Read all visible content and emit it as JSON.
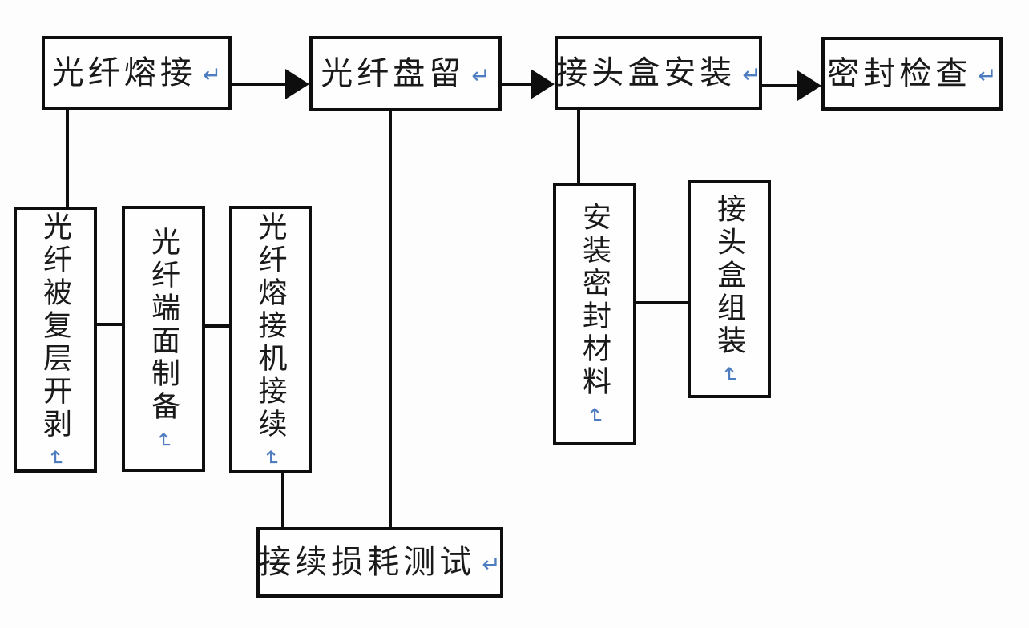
{
  "palette": {
    "background": "#fdfdfd",
    "box_border": "#0e0e0e",
    "text": "#1a1a1a",
    "connector": "#0e0e0e",
    "return_mark_blue": "#4d7cc0"
  },
  "marks": {
    "return": "↵"
  },
  "nodes": {
    "splice": {
      "label": "光纤熔接"
    },
    "coil": {
      "label": "光纤盘留"
    },
    "closure_install": {
      "label": "接头盒安装"
    },
    "seal_check": {
      "label": "密封检查"
    },
    "strip": {
      "label": "光纤被复层开剥"
    },
    "endface": {
      "label": "光纤端面制备"
    },
    "machine_splice": {
      "label": "光纤熔接机接续"
    },
    "seal_material": {
      "label": "安装密封材料"
    },
    "closure_assembly": {
      "label": "接头盒组装"
    },
    "loss_test": {
      "label": "接续损耗测试"
    }
  },
  "edges": [
    {
      "from": "splice",
      "to": "coil",
      "type": "arrow"
    },
    {
      "from": "coil",
      "to": "closure_install",
      "type": "arrow"
    },
    {
      "from": "closure_install",
      "to": "seal_check",
      "type": "arrow"
    },
    {
      "from": "splice",
      "to": "strip",
      "type": "line"
    },
    {
      "from": "strip",
      "to": "endface",
      "type": "line"
    },
    {
      "from": "endface",
      "to": "machine_splice",
      "type": "line"
    },
    {
      "from": "machine_splice",
      "to": "loss_test",
      "type": "line"
    },
    {
      "from": "coil",
      "to": "loss_test",
      "type": "line"
    },
    {
      "from": "closure_install",
      "to": "seal_material",
      "type": "line"
    },
    {
      "from": "seal_material",
      "to": "closure_assembly",
      "type": "line"
    }
  ]
}
